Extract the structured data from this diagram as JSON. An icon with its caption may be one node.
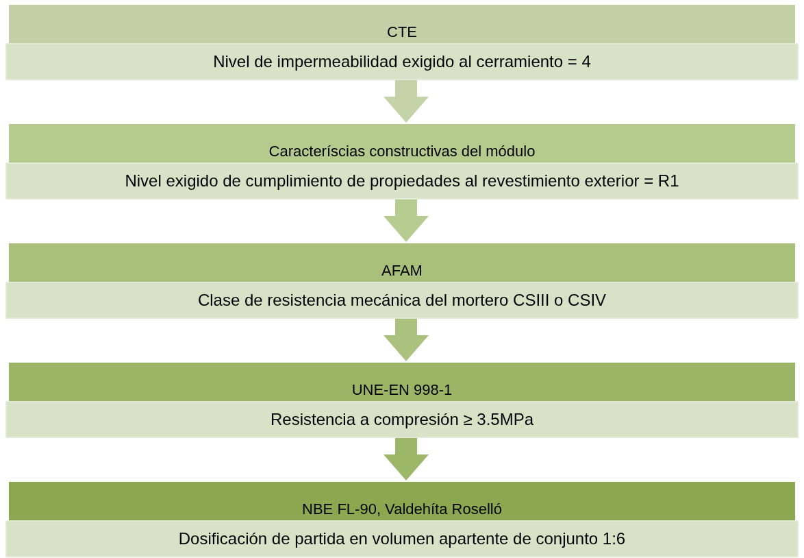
{
  "diagram": {
    "nodes": [
      {
        "text": [
          "CTE"
        ]
      },
      {
        "text": [
          "Nivel de impermeabilidad exigido al cerramiento = 4"
        ]
      },
      {
        "text": [
          "Caracteríscias constructivas del módulo"
        ]
      },
      {
        "text": [
          "Nivel exigido de cumplimiento de propiedades al revestimiento exterior = R1"
        ]
      },
      {
        "text": [
          "AFAM"
        ]
      },
      {
        "text": [
          "Clase de resistencia mecánica del mortero CSIII o CSIV"
        ]
      },
      {
        "text": [
          "UNE-EN 998-1"
        ]
      },
      {
        "text": [
          "Resistencia a compresión ≥ 3.5MPa"
        ]
      },
      {
        "text": [
          "NBE FL-90, Valdehíta Roselló"
        ]
      },
      {
        "text": [
          "Dosificación de partida en volumen apartente de conjunto 1:6"
        ]
      }
    ],
    "edges": [
      {
        "from": 1,
        "to": 2,
        "arrow": "to"
      },
      {
        "from": 3,
        "to": 4,
        "arrow": "to"
      },
      {
        "from": 5,
        "to": 6,
        "arrow": "to"
      },
      {
        "from": 7,
        "to": 8,
        "arrow": "to"
      }
    ]
  }
}
